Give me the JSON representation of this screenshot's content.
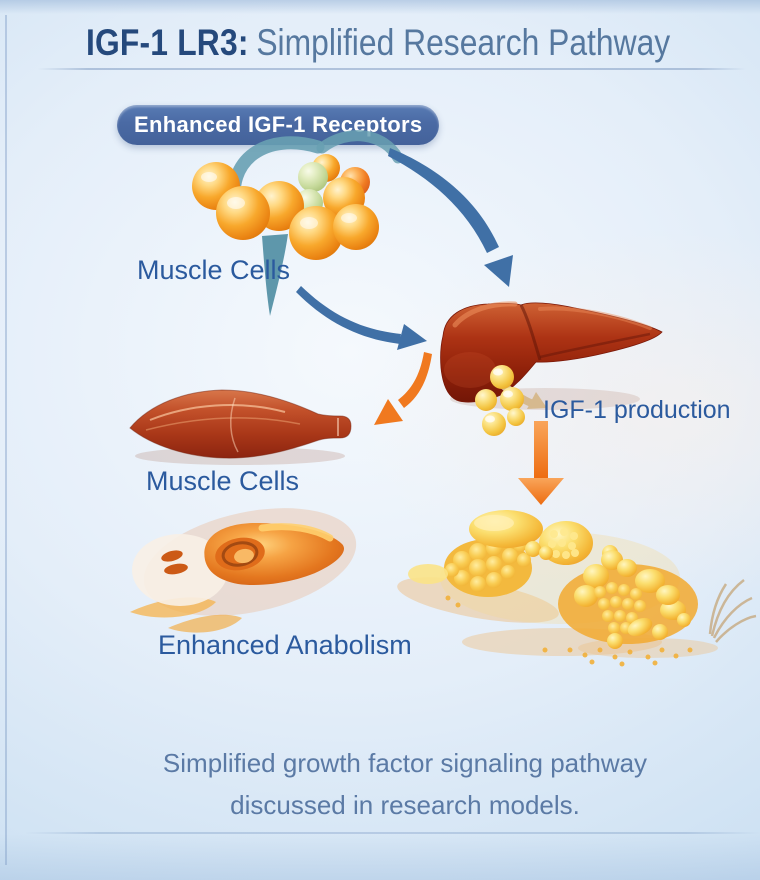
{
  "header": {
    "title_strong": "IGF-1 LR3:",
    "title_light": "Simplified Research Pathway"
  },
  "badge": {
    "label": "Enhanced IGF-1 Receptors"
  },
  "labels": {
    "muscle_cells_top": "Muscle Cells",
    "muscle_cells_mid": "Muscle Cells",
    "igf1_production": "IGF-1 production",
    "enhanced_anabolism": "Enhanced Anabolism"
  },
  "caption": {
    "line1": "Simplified growth factor signaling pathway",
    "line2": "discussed in research models."
  },
  "colors": {
    "background_blue": "#d9e6f4",
    "title_strong_blue": "#25497c",
    "title_light_blue": "#56789f",
    "badge_blue": "#4a6aa4",
    "label_blue": "#2b5a9e",
    "caption_blue": "#5b7aa5",
    "arrow_blue": "#4070a6",
    "arrow_orange": "#f0791f",
    "arrow_tan": "#d6b98e",
    "receptor_teal": "#68a0b2",
    "sphere_orange": "#f8a82c",
    "sphere_green": "#c4d898",
    "liver_red": "#a1280f",
    "droplet_yellow": "#f3c33e",
    "muscle_red": "#b03c1b",
    "cell_orange": "#e4771f",
    "fat_yellow": "#f8cf4e"
  }
}
